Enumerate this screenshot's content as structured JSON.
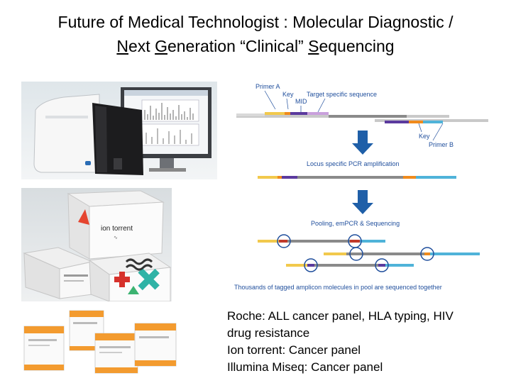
{
  "title": {
    "prefix": "Future of Medical Technologist : Molecular Diagnostic / ",
    "n": "N",
    "ext": "ext ",
    "g": "G",
    "eneration": "eneration “Clinical” ",
    "s": "S",
    "equencing": "equencing"
  },
  "photos": {
    "ion_box_brand": "ion torrent"
  },
  "diagram": {
    "primer_a": "Primer A",
    "key_left": "Key",
    "target": "Target specific sequence",
    "mid": "MID",
    "key_right": "Key",
    "primer_b": "Primer B",
    "step1": "Locus specific PCR amplification",
    "step2": "Pooling, emPCR & Sequencing",
    "footer": "Thousands of tagged amplicon molecules in pool are sequenced together"
  },
  "caption": {
    "line1": "Roche: ALL cancer panel, HLA typing, HIV",
    "line2": "drug resistance",
    "line3": "Ion torrent: Cancer panel",
    "line4": "Illumina Miseq: Cancer panel"
  },
  "colors": {
    "arrow": "#1f5fa8",
    "yellow": "#f2c94c",
    "orange": "#f08a1c",
    "purple": "#5b3a9e",
    "cyan": "#4fb3d9",
    "red": "#c0392b",
    "circle": "#1f4e9c",
    "strand": "#8a8a8a"
  }
}
